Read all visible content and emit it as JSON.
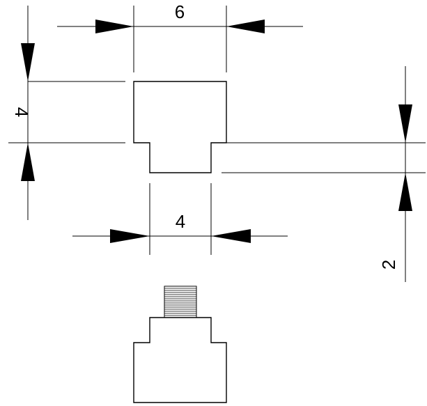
{
  "dimensions": {
    "top_width": "6",
    "left_height": "4",
    "bottom_width": "4",
    "right_height": "2"
  },
  "colors": {
    "line": "#000000",
    "background": "#ffffff"
  }
}
